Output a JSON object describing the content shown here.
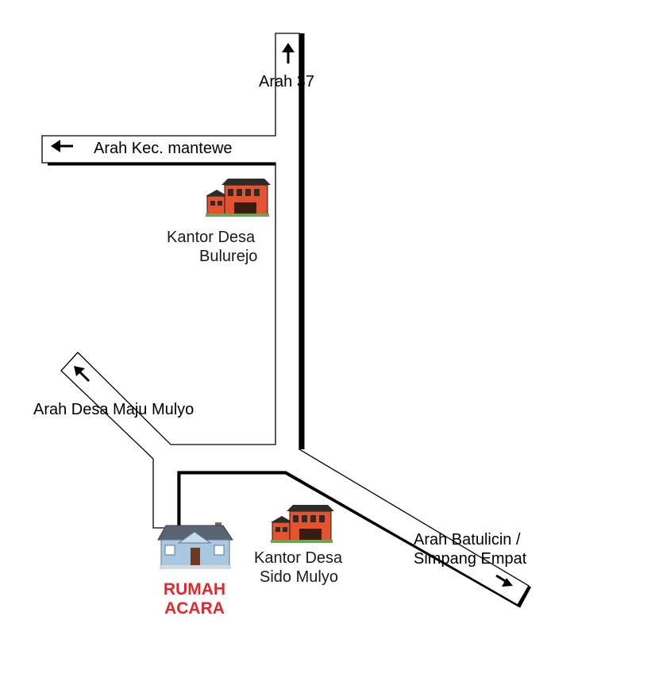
{
  "map": {
    "colors": {
      "road_fill": "#ffffff",
      "road_outline": "#000000",
      "office_building": "#e4532e",
      "house": "#9bbfd9",
      "venue_label": "#e3262b"
    },
    "road_labels": {
      "north": "Arah 37",
      "west": "Arah Kec. mantewe",
      "northwest": "Arah Desa Maju Mulyo",
      "southeast_line1": "Arah Batulicin /",
      "southeast_line2": "Simpang Empat"
    },
    "landmarks": [
      {
        "line1": "Kantor Desa",
        "line2": "Bulurejo",
        "icon": "office-building-icon"
      },
      {
        "line1": "Kantor Desa",
        "line2": "Sido Mulyo",
        "icon": "office-building-icon"
      }
    ],
    "venue": {
      "line1": "RUMAH",
      "line2": "ACARA",
      "icon": "house-icon"
    }
  }
}
